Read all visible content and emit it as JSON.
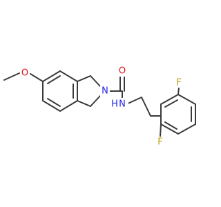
{
  "molecule": {
    "atoms": [
      {
        "id": "o_methoxy",
        "symbol": "O",
        "color": "#e0121b"
      },
      {
        "id": "n_ring",
        "symbol": "N",
        "color": "#2222e8"
      },
      {
        "id": "o_carbonyl",
        "symbol": "O",
        "color": "#e0121b"
      },
      {
        "id": "nh",
        "symbol": "N",
        "color": "#2222e8"
      },
      {
        "id": "h_amide",
        "symbol": "H",
        "color": "#2222e8"
      },
      {
        "id": "f_top",
        "symbol": "F",
        "color": "#b7a010"
      },
      {
        "id": "f_bottom",
        "symbol": "F",
        "color": "#b7a010"
      }
    ],
    "bond_color": "#3a3a3a"
  }
}
